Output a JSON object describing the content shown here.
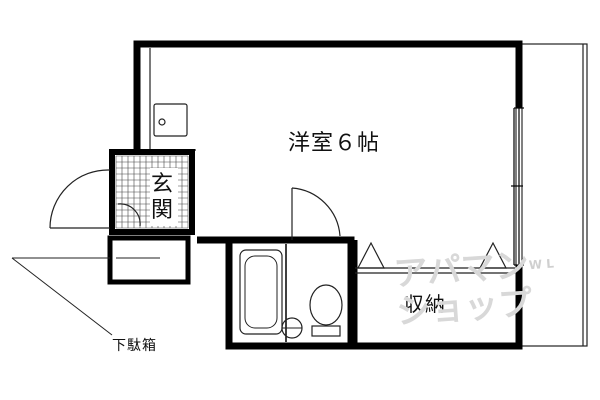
{
  "floorplan": {
    "rooms": {
      "main_room": "洋室６帖",
      "entrance": "玄関",
      "storage": "収納",
      "shoe_box": "下駄箱"
    },
    "watermark": {
      "line1": "アパマン",
      "line2": "ショップ",
      "mark": "W L"
    },
    "colors": {
      "wall": "#000000",
      "line": "#222222",
      "watermark": "#d8d8d8",
      "background": "#ffffff"
    }
  }
}
